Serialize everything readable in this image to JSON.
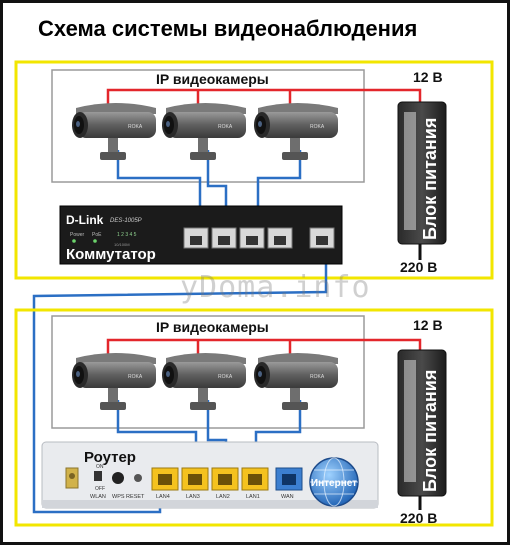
{
  "title": "Схема системы видеонаблюдения",
  "watermark": "yDoma.info",
  "colors": {
    "frame_yellow": "#f2e600",
    "power_wire": "#e3262b",
    "lan_wire": "#2b6fc4",
    "switch_body": "#1b1b1b",
    "router_body": "#e9ebee"
  },
  "top": {
    "cameras_label": "IP видеокамеры",
    "voltage_dc": "12 В",
    "voltage_ac": "220 В",
    "psu_label": "Блок питания",
    "camera_brand": "ROKA",
    "switch": {
      "brand": "D-Link",
      "model": "DES-1005P",
      "label": "Коммутатор",
      "led_power": "Power",
      "led_poe": "PoE",
      "ports_caption": "1 2 3 4 5",
      "speed_caption": "10/100M"
    }
  },
  "bottom": {
    "cameras_label": "IP видеокамеры",
    "voltage_dc": "12 В",
    "voltage_ac": "220 В",
    "psu_label": "Блок питания",
    "camera_brand": "ROKA",
    "router": {
      "label": "Роутер",
      "switch_on": "ON",
      "switch_off": "OFF",
      "ports": [
        "WLAN",
        "WPS RESET",
        "LAN4",
        "LAN3",
        "LAN2",
        "LAN1",
        "WAN"
      ],
      "internet": "Интернет"
    }
  }
}
